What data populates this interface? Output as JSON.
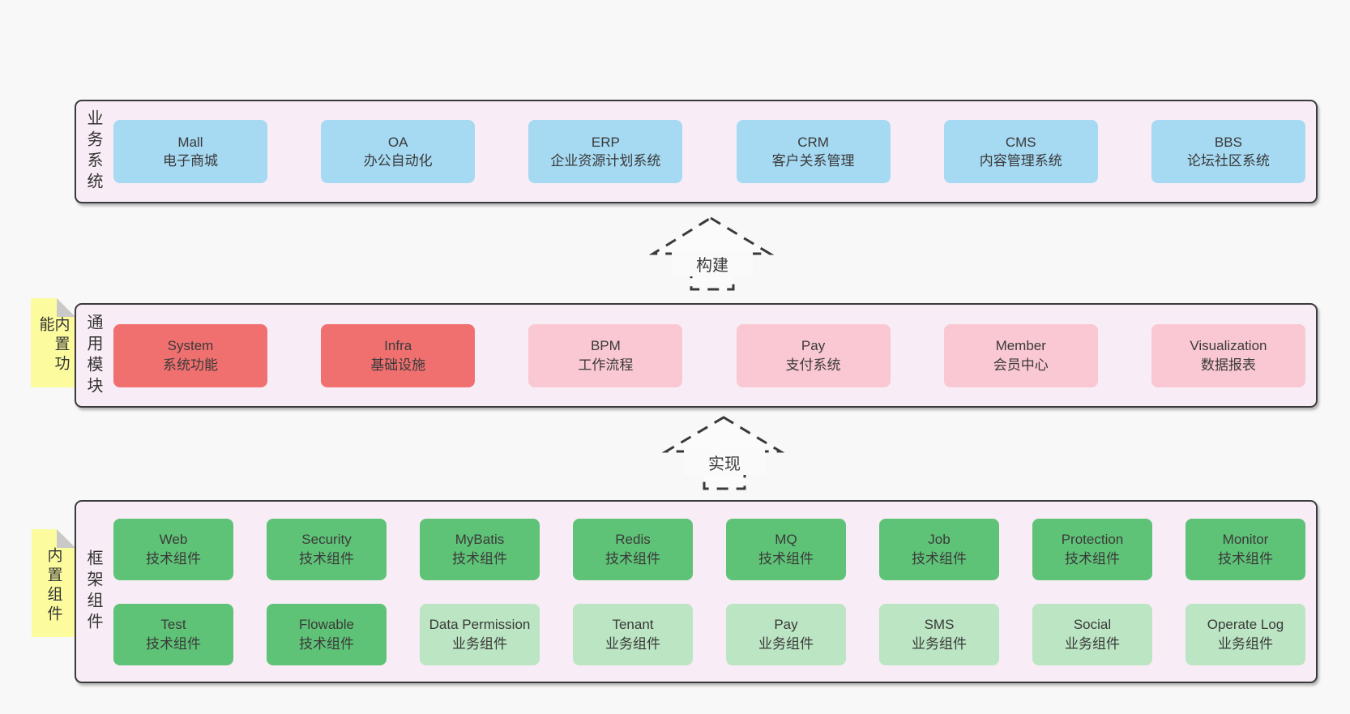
{
  "business": {
    "label": "业务系统",
    "boxes": [
      {
        "title": "Mall",
        "subtitle": "电子商城",
        "variant": "blue"
      },
      {
        "title": "OA",
        "subtitle": "办公自动化",
        "variant": "blue"
      },
      {
        "title": "ERP",
        "subtitle": "企业资源计划系统",
        "variant": "blue"
      },
      {
        "title": "CRM",
        "subtitle": "客户关系管理",
        "variant": "blue"
      },
      {
        "title": "CMS",
        "subtitle": "内容管理系统",
        "variant": "blue"
      },
      {
        "title": "BBS",
        "subtitle": "论坛社区系统",
        "variant": "blue"
      }
    ]
  },
  "modules": {
    "label": "通用模块",
    "note": "内置功能",
    "boxes": [
      {
        "title": "System",
        "subtitle": "系统功能",
        "variant": "red"
      },
      {
        "title": "Infra",
        "subtitle": "基础设施",
        "variant": "red"
      },
      {
        "title": "BPM",
        "subtitle": "工作流程",
        "variant": "pink"
      },
      {
        "title": "Pay",
        "subtitle": "支付系统",
        "variant": "pink"
      },
      {
        "title": "Member",
        "subtitle": "会员中心",
        "variant": "pink"
      },
      {
        "title": "Visualization",
        "subtitle": "数据报表",
        "variant": "pink"
      }
    ]
  },
  "framework": {
    "label": "框架组件",
    "note": "内置组件",
    "rows": [
      [
        {
          "title": "Web",
          "subtitle": "技术组件",
          "variant": "green-dark"
        },
        {
          "title": "Security",
          "subtitle": "技术组件",
          "variant": "green-dark"
        },
        {
          "title": "MyBatis",
          "subtitle": "技术组件",
          "variant": "green-dark"
        },
        {
          "title": "Redis",
          "subtitle": "技术组件",
          "variant": "green-dark"
        },
        {
          "title": "MQ",
          "subtitle": "技术组件",
          "variant": "green-dark"
        },
        {
          "title": "Job",
          "subtitle": "技术组件",
          "variant": "green-dark"
        },
        {
          "title": "Protection",
          "subtitle": "技术组件",
          "variant": "green-dark"
        },
        {
          "title": "Monitor",
          "subtitle": "技术组件",
          "variant": "green-dark"
        }
      ],
      [
        {
          "title": "Test",
          "subtitle": "技术组件",
          "variant": "green-dark"
        },
        {
          "title": "Flowable",
          "subtitle": "技术组件",
          "variant": "green-dark"
        },
        {
          "title": "Data Permission",
          "subtitle": "业务组件",
          "variant": "green-light"
        },
        {
          "title": "Tenant",
          "subtitle": "业务组件",
          "variant": "green-light"
        },
        {
          "title": "Pay",
          "subtitle": "业务组件",
          "variant": "green-light"
        },
        {
          "title": "SMS",
          "subtitle": "业务组件",
          "variant": "green-light"
        },
        {
          "title": "Social",
          "subtitle": "业务组件",
          "variant": "green-light"
        },
        {
          "title": "Operate Log",
          "subtitle": "业务组件",
          "variant": "green-light"
        }
      ]
    ]
  },
  "arrows": [
    {
      "label": "构建"
    },
    {
      "label": "实现"
    }
  ],
  "colors": {
    "page_bg": "#f8f8f8",
    "container_bg": "#f8edf6",
    "container_border": "#3a3a3a",
    "blue_box": "#a6d9f2",
    "red_box": "#f07070",
    "pink_box": "#f9c8d2",
    "green_dark_box": "#5fc377",
    "green_light_box": "#bbe5c3",
    "note_yellow": "#fcfc9f",
    "note_fold": "#c9c9c9",
    "text": "#3a3a3a"
  }
}
